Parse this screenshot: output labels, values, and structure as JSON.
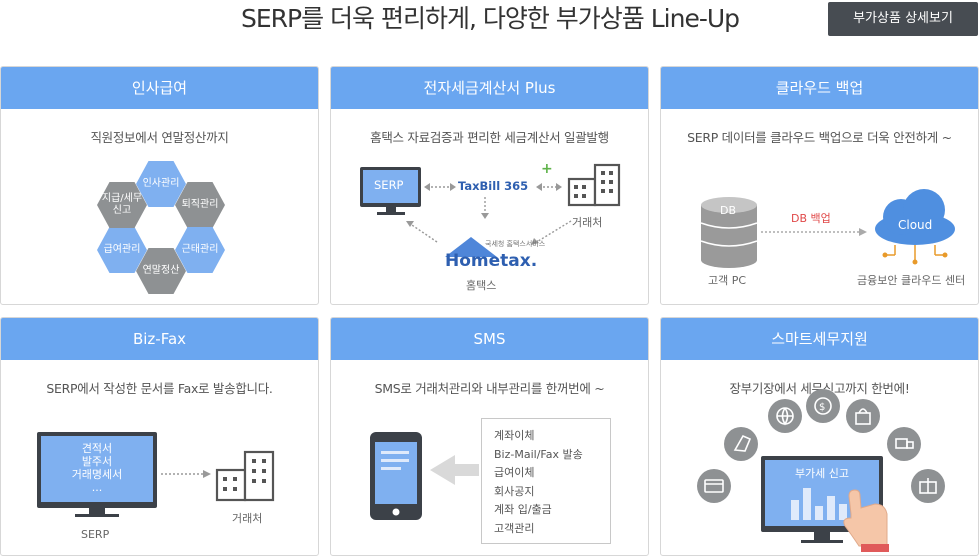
{
  "header": {
    "title": "SERP를 더욱 편리하게, 다양한 부가상품 Line-Up",
    "detail_button": "부가상품 상세보기"
  },
  "cards": {
    "hr": {
      "title": "인사급여",
      "desc": "직원정보에서 연말정산까지",
      "hex": [
        "인사관리",
        "퇴직관리",
        "근태관리",
        "연말정산",
        "급여관리",
        "지급/세무\n신고"
      ]
    },
    "tax": {
      "title": "전자세금계산서 Plus",
      "desc": "홈택스 자료검증과 편리한 세금계산서 일괄발행",
      "serp": "SERP",
      "taxbill": "TaxBill 365",
      "partner": "거래처",
      "hometax": "Hometax.",
      "hometax_small": "국세청 홈택스서비스",
      "hometax_label": "홈택스"
    },
    "cloud": {
      "title": "클라우드 백업",
      "desc": "SERP 데이터를 클라우드 백업으로 더욱 안전하게 ~",
      "db": "DB",
      "db_backup": "DB 백업",
      "cloud": "Cloud",
      "client_pc": "고객 PC",
      "cloud_center": "금융보안 클라우드 센터"
    },
    "fax": {
      "title": "Biz-Fax",
      "desc": "SERP에서 작성한 문서를 Fax로 발송합니다.",
      "docs": [
        "견적서",
        "발주서",
        "거래명세서",
        "..."
      ],
      "serp": "SERP",
      "partner": "거래처"
    },
    "sms": {
      "title": "SMS",
      "desc": "SMS로 거래처관리와 내부관리를 한꺼번에 ~",
      "items": [
        "계좌이체",
        "Biz-Mail/Fax 발송",
        "급여이체",
        "회사공지",
        "계좌 입/출금",
        "고객관리"
      ]
    },
    "smart": {
      "title": "스마트세무지원",
      "desc": "장부기장에서 세무신고까지 한번에!",
      "screen": "부가세 신고"
    }
  },
  "colors": {
    "header_blue": "#6aa6f0",
    "accent_red": "#e04848",
    "dark_button": "#474c52",
    "hex_gray": "#8e9193",
    "hex_blue": "#7fb0f0"
  }
}
